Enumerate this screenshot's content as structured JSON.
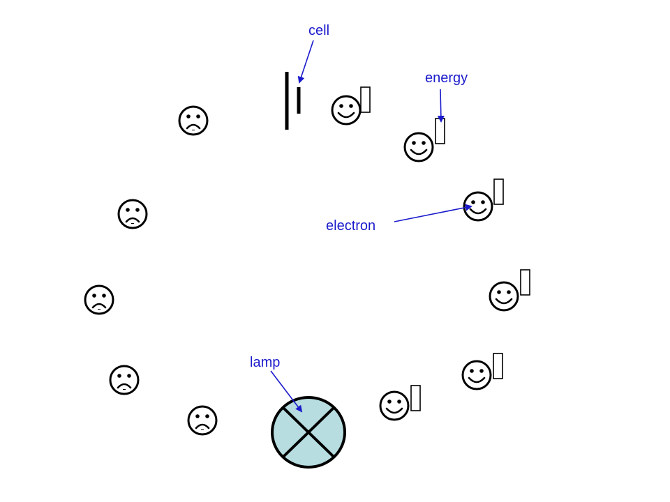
{
  "labels": {
    "cell": "cell",
    "energy": "energy",
    "electron": "electron",
    "lamp": "lamp"
  },
  "colors": {
    "label": "#1a1acc",
    "arrow": "#1a1acc",
    "lamp_fill": "#b7dde0",
    "ink": "#000000"
  },
  "electrons": {
    "happy_count": 6,
    "sad_count": 5
  }
}
